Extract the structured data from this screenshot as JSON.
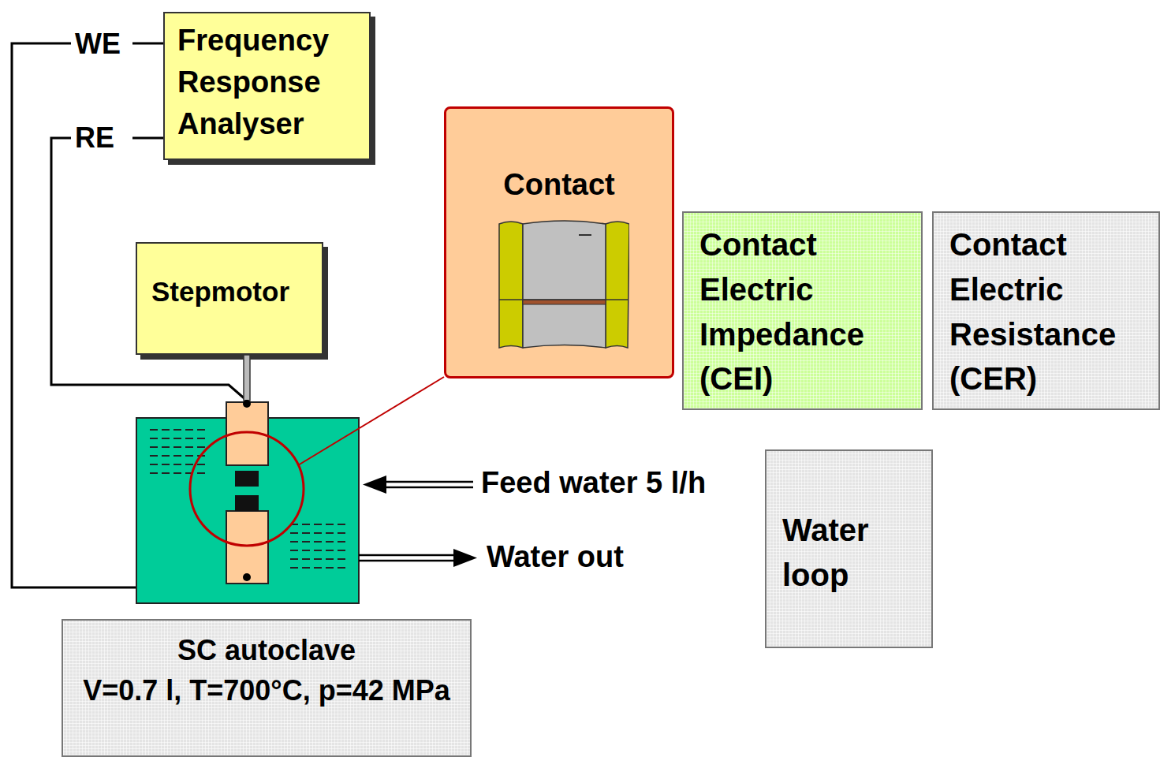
{
  "diagram": {
    "nodes": [
      {
        "text": [
          "Frequency Response Analyser"
        ]
      },
      {
        "text": [
          "Contact"
        ]
      },
      {
        "text": [
          "Contact Electric Impedance (CEI)"
        ]
      },
      {
        "text": [
          "Contact Electric Resistance (CER)"
        ]
      },
      {
        "text": [
          "Stepmotor"
        ]
      },
      {
        "text": [
          "Water loop"
        ]
      },
      {
        "text": [
          "SC autoclave",
          "V=0.7 l, T=700°C, p=42 MPa"
        ]
      }
    ],
    "labels": [
      "WE",
      "RE",
      "Feed water 5 l/h",
      "Water out"
    ]
  }
}
